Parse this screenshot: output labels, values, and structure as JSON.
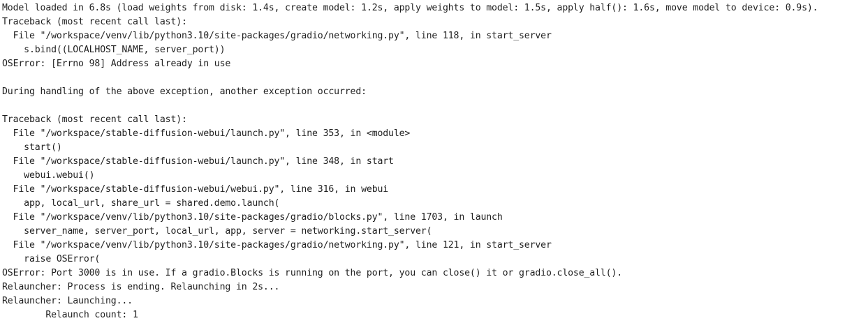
{
  "console": {
    "lines": [
      "Model loaded in 6.8s (load weights from disk: 1.4s, create model: 1.2s, apply weights to model: 1.5s, apply half(): 1.6s, move model to device: 0.9s).",
      "Traceback (most recent call last):",
      "  File \"/workspace/venv/lib/python3.10/site-packages/gradio/networking.py\", line 118, in start_server",
      "    s.bind((LOCALHOST_NAME, server_port))",
      "OSError: [Errno 98] Address already in use",
      "",
      "During handling of the above exception, another exception occurred:",
      "",
      "Traceback (most recent call last):",
      "  File \"/workspace/stable-diffusion-webui/launch.py\", line 353, in <module>",
      "    start()",
      "  File \"/workspace/stable-diffusion-webui/launch.py\", line 348, in start",
      "    webui.webui()",
      "  File \"/workspace/stable-diffusion-webui/webui.py\", line 316, in webui",
      "    app, local_url, share_url = shared.demo.launch(",
      "  File \"/workspace/venv/lib/python3.10/site-packages/gradio/blocks.py\", line 1703, in launch",
      "    server_name, server_port, local_url, app, server = networking.start_server(",
      "  File \"/workspace/venv/lib/python3.10/site-packages/gradio/networking.py\", line 121, in start_server",
      "    raise OSError(",
      "OSError: Port 3000 is in use. If a gradio.Blocks is running on the port, you can close() it or gradio.close_all().",
      "Relauncher: Process is ending. Relaunching in 2s...",
      "Relauncher: Launching...",
      "        Relaunch count: 1"
    ]
  }
}
